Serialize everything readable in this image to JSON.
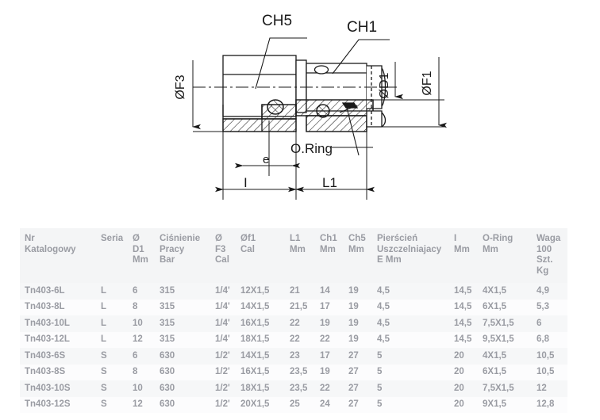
{
  "drawing": {
    "labels": {
      "ch5": "CH5",
      "ch1": "CH1",
      "f3": "ØF3",
      "d1": "ØD1",
      "f1": "ØF1",
      "oring": "O.Ring",
      "e": "e",
      "i": "I",
      "l1": "L1"
    },
    "line_color": "#1a1a1a"
  },
  "table": {
    "headers": [
      "Nr\nKatalogowy",
      "Seria",
      "Ø\nD1\nMm",
      "Ciśnienie\nPracy\nBar",
      "Ø\nF3\nCal",
      "Øf1\nCal",
      "L1\nMm",
      "Ch1\nMm",
      "Ch5\nMm",
      "Pierścień\nUszczelniajacy\nE Mm",
      "I\nMm",
      "O-Ring\nMm",
      "Waga\n100\nSzt.\nKg"
    ],
    "rows": [
      [
        "Tn403-6L",
        "L",
        "6",
        "315",
        "1/4'",
        "12X1,5",
        "21",
        "14",
        "19",
        "4,5",
        "14,5",
        "4X1,5",
        "4,9"
      ],
      [
        "Tn403-8L",
        "L",
        "8",
        "315",
        "1/4'",
        "14X1,5",
        "21,5",
        "17",
        "19",
        "4,5",
        "14,5",
        "6X1,5",
        "5,3"
      ],
      [
        "Tn403-10L",
        "L",
        "10",
        "315",
        "1/4'",
        "16X1,5",
        "22",
        "19",
        "19",
        "4,5",
        "14,5",
        "7,5X1,5",
        "6"
      ],
      [
        "Tn403-12L",
        "L",
        "12",
        "315",
        "1/4'",
        "18X1,5",
        "22",
        "22",
        "19",
        "4,5",
        "14,5",
        "9,5X1,5",
        "6,8"
      ],
      [
        "Tn403-6S",
        "S",
        "6",
        "630",
        "1/2'",
        "14X1,5",
        "23",
        "17",
        "27",
        "5",
        "20",
        "4X1,5",
        "10,5"
      ],
      [
        "Tn403-8S",
        "S",
        "8",
        "630",
        "1/2'",
        "16X1,5",
        "23,5",
        "19",
        "27",
        "5",
        "20",
        "6X1,5",
        "10,5"
      ],
      [
        "Tn403-10S",
        "S",
        "10",
        "630",
        "1/2'",
        "18X1,5",
        "23,5",
        "22",
        "27",
        "5",
        "20",
        "7,5X1,5",
        "12"
      ],
      [
        "Tn403-12S",
        "S",
        "12",
        "630",
        "1/2'",
        "20X1,5",
        "25",
        "24",
        "27",
        "5",
        "20",
        "9X1,5",
        "12,8"
      ]
    ],
    "text_color": "#9a9ca3",
    "row_stripe_color": "#f6f7f8",
    "header_bg_color": "#f4f5f6"
  }
}
